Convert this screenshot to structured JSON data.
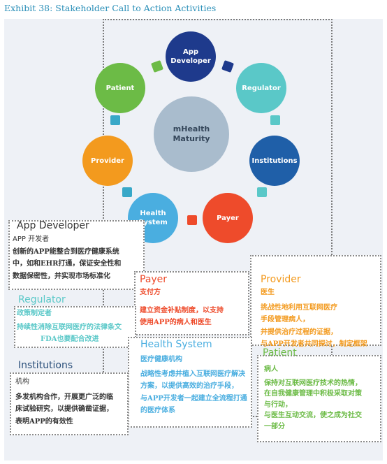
{
  "title": "Exhibit 38: Stakeholder Call to Action Activities",
  "center": {
    "line1": "mHealth",
    "line2": "Maturity"
  },
  "nodes": {
    "app_developer": {
      "line1": "App",
      "line2": "Developer"
    },
    "regulator": "Regulator",
    "institutions": "Institutions",
    "payer": "Payer",
    "health_system": {
      "line1": "Health",
      "line2": "System"
    },
    "provider": "Provider",
    "patient": "Patient"
  },
  "colors": {
    "app_developer": "#1e3a8c",
    "regulator": "#5ac8c8",
    "institutions": "#1f5fa8",
    "payer": "#ee4b2b",
    "health_system": "#4aaee0",
    "provider": "#f39a1e",
    "patient": "#6cbb46",
    "center": "#a9bccd",
    "connector": "#38a8c8"
  },
  "cards": {
    "app_developer": {
      "heading": "App Developer",
      "sub": "APP 开发者",
      "lines": [
        "创新的APP能整合到医疗健康系统",
        "中，如和EHR打通，保证安全性和",
        "数据保密性，并实现市场标准化"
      ]
    },
    "payer": {
      "heading": "Payer",
      "sub": "支付方",
      "lines": [
        "建立资金补贴制度，以支持",
        "使用APP的病人和医生"
      ]
    },
    "provider": {
      "heading": "Provider",
      "sub": "医生",
      "lines": [
        "挑战性地利用互联网医疗",
        "手段管理病人，",
        "并提供治疗过程的证据，",
        "与APP开发者共同探讨，制定框架"
      ]
    },
    "regulator": {
      "heading": "Regulator",
      "sub": "政策制定者",
      "lines": [
        "持续性消除互联网医疗的法律条文",
        "FDA也要配合改进"
      ]
    },
    "health_system": {
      "heading": "Health System",
      "sub": "医疗健康机构",
      "lines": [
        "战略性考虑并植入互联网医疗解决",
        "方案，以提供高效的治疗手段，",
        "与APP开发者一起建立全流程打通",
        "的医疗体系"
      ]
    },
    "patient": {
      "heading": "Patient",
      "sub": "病人",
      "lines": [
        "保持对互联网医疗技术的热情，",
        "在自我健康管理中积极采取对策",
        "与行动，",
        "与医生互动交流，使之成为社交",
        "一部分"
      ]
    },
    "institutions": {
      "heading": "Institutions",
      "sub": "机构",
      "lines": [
        "多发机构合作，开展更广泛的临",
        "床试验研究，以提供确凿证据，",
        "表明APP的有效性"
      ]
    }
  }
}
